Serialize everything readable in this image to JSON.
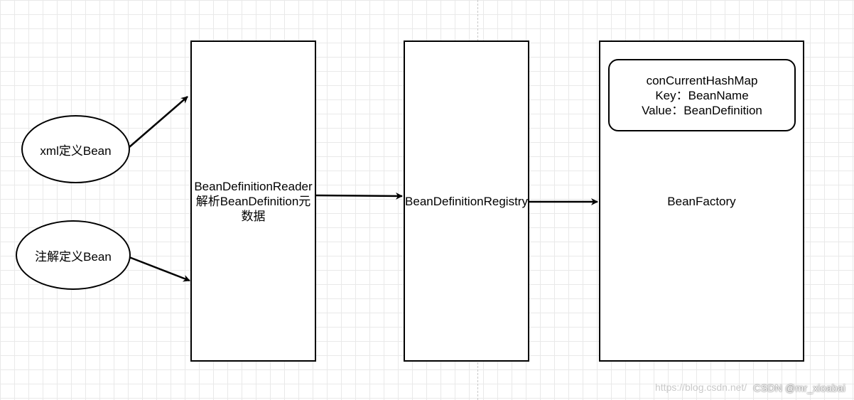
{
  "nodes": {
    "xml_bean": "xml定义Bean",
    "annotation_bean": "注解定义Bean",
    "reader_line1": "BeanDefinitionReader",
    "reader_line2": "解析BeanDefinition元",
    "reader_line3": "数据",
    "registry": "BeanDefinitionRegistry",
    "factory": "BeanFactory",
    "map_line1": "conCurrentHashMap",
    "map_line2": "Key：BeanName",
    "map_line3": "Value：BeanDefinition"
  },
  "watermark": {
    "url": "https://blog.csdn.net/",
    "text": "CSDN @mr_xioabai"
  }
}
